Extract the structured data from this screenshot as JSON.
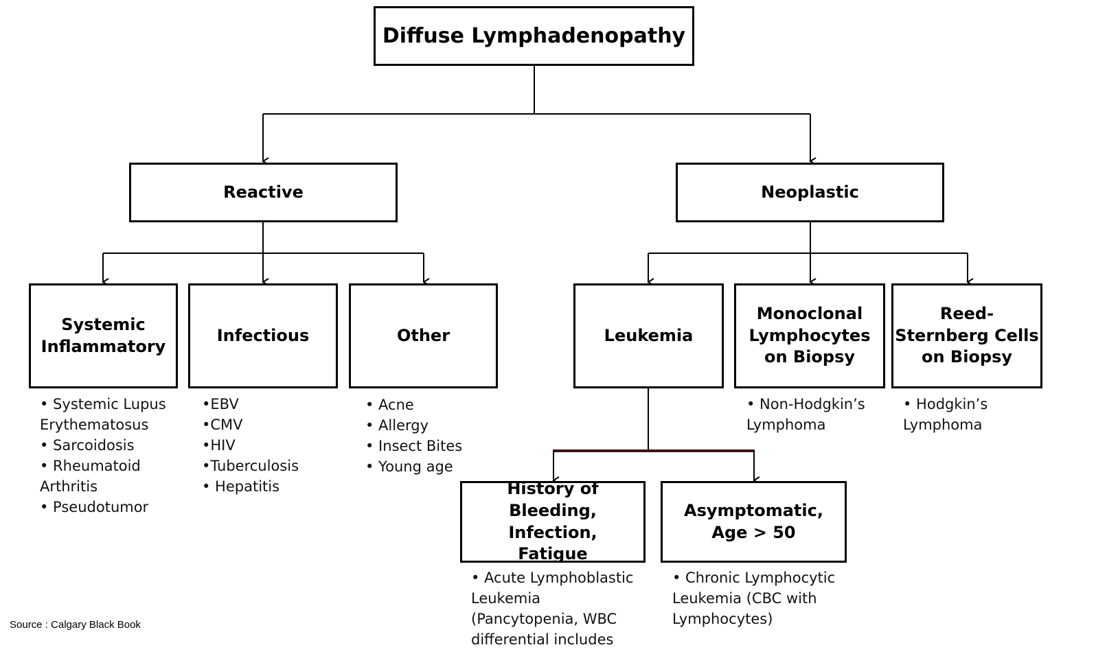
{
  "diagram": {
    "title": "Diffuse Lymphadenopathy",
    "branches": [
      {
        "label": "Reactive",
        "children": [
          {
            "label_lines": [
              "Systemic",
              "Inflammatory"
            ],
            "items": [
              "• Systemic Lupus",
              "Erythematosus",
              "• Sarcoidosis",
              "• Rheumatoid",
              "Arthritis",
              "• Pseudotumor"
            ]
          },
          {
            "label_lines": [
              "Infectious"
            ],
            "items": [
              "•EBV",
              "•CMV",
              "•HIV",
              "•Tuberculosis",
              "• Hepatitis"
            ]
          },
          {
            "label_lines": [
              "Other"
            ],
            "items": [
              "• Acne",
              "• Allergy",
              "• Insect Bites",
              "• Young age"
            ]
          }
        ]
      },
      {
        "label": "Neoplastic",
        "children": [
          {
            "label_lines": [
              "Leukemia"
            ],
            "children": [
              {
                "label_lines": [
                  "History of",
                  "Bleeding, Infection,",
                  "Fatigue"
                ],
                "items": [
                  "• Acute Lymphoblastic",
                  "Leukemia",
                  "(Pancytopenia, WBC",
                  "differential includes"
                ]
              },
              {
                "label_lines": [
                  "Asymptomatic,",
                  "Age > 50"
                ],
                "items": [
                  "• Chronic Lymphocytic",
                  "Leukemia (CBC with",
                  "Lymphocytes)"
                ]
              }
            ]
          },
          {
            "label_lines": [
              "Monoclonal",
              "Lymphocytes",
              "on Biopsy"
            ],
            "items": [
              "• Non-Hodgkin’s",
              "Lymphoma"
            ]
          },
          {
            "label_lines": [
              "Reed-",
              "Sternberg Cells",
              "on Biopsy"
            ],
            "items": [
              "• Hodgkin’s",
              "Lymphoma"
            ]
          }
        ]
      }
    ],
    "source": "Source : Calgary Black Book",
    "colors": {
      "line": "#000000",
      "leukemia_connector": "#3a1414",
      "box_border": "#000000"
    }
  }
}
